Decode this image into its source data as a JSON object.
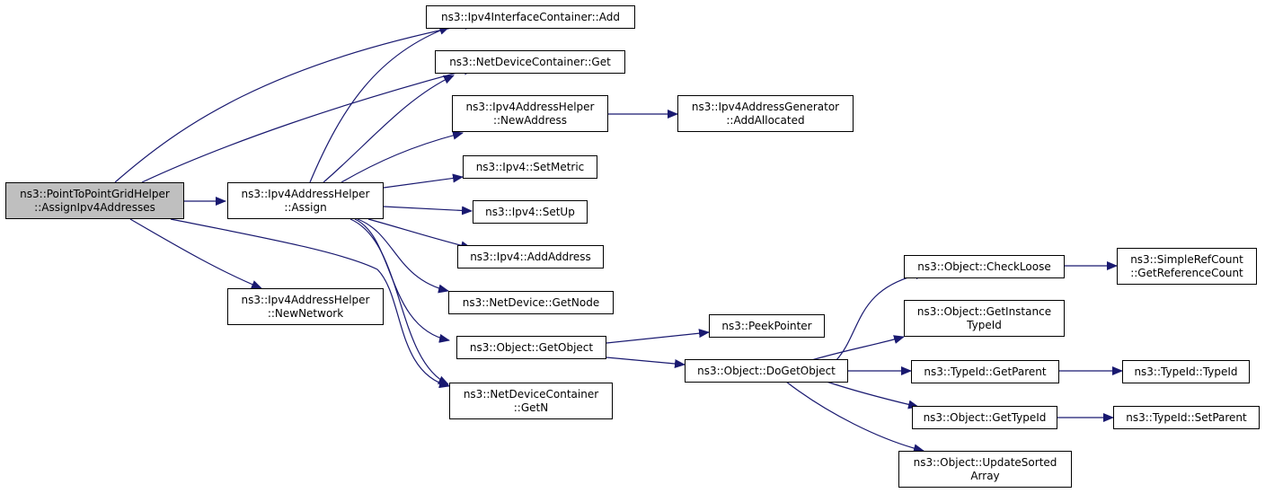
{
  "colors": {
    "edge": "#191970",
    "border": "#000000",
    "root_fill": "#bfbfbf",
    "node_fill": "#ffffff"
  },
  "nodes": {
    "root": {
      "line1": "ns3::PointToPointGridHelper",
      "line2": "::AssignIpv4Addresses"
    },
    "assign": {
      "line1": "ns3::Ipv4AddressHelper",
      "line2": "::Assign"
    },
    "newnetwork": {
      "line1": "ns3::Ipv4AddressHelper",
      "line2": "::NewNetwork"
    },
    "ifc_add": {
      "line1": "ns3::Ipv4InterfaceContainer::Add"
    },
    "ndc_get": {
      "line1": "ns3::NetDeviceContainer::Get"
    },
    "newaddress": {
      "line1": "ns3::Ipv4AddressHelper",
      "line2": "::NewAddress"
    },
    "addallocated": {
      "line1": "ns3::Ipv4AddressGenerator",
      "line2": "::AddAllocated"
    },
    "setmetric": {
      "line1": "ns3::Ipv4::SetMetric"
    },
    "setup": {
      "line1": "ns3::Ipv4::SetUp"
    },
    "addaddress": {
      "line1": "ns3::Ipv4::AddAddress"
    },
    "getnode": {
      "line1": "ns3::NetDevice::GetNode"
    },
    "getobject": {
      "line1": "ns3::Object::GetObject"
    },
    "ndc_getn": {
      "line1": "ns3::NetDeviceContainer",
      "line2": "::GetN"
    },
    "peekpointer": {
      "line1": "ns3::PeekPointer"
    },
    "dogetobject": {
      "line1": "ns3::Object::DoGetObject"
    },
    "checkloose": {
      "line1": "ns3::Object::CheckLoose"
    },
    "getinstancetypeid": {
      "line1": "ns3::Object::GetInstance",
      "line2": "TypeId"
    },
    "getparent": {
      "line1": "ns3::TypeId::GetParent"
    },
    "gettypeid": {
      "line1": "ns3::Object::GetTypeId"
    },
    "updatesorted": {
      "line1": "ns3::Object::UpdateSorted",
      "line2": "Array"
    },
    "getrefcount": {
      "line1": "ns3::SimpleRefCount",
      "line2": "::GetReferenceCount"
    },
    "typeid_typeid": {
      "line1": "ns3::TypeId::TypeId"
    },
    "setparent": {
      "line1": "ns3::TypeId::SetParent"
    }
  },
  "edges": [
    [
      "root",
      "ifc_add"
    ],
    [
      "root",
      "ndc_get"
    ],
    [
      "root",
      "assign"
    ],
    [
      "root",
      "newnetwork"
    ],
    [
      "root",
      "ndc_getn"
    ],
    [
      "assign",
      "ifc_add"
    ],
    [
      "assign",
      "ndc_get"
    ],
    [
      "assign",
      "newaddress"
    ],
    [
      "assign",
      "setmetric"
    ],
    [
      "assign",
      "setup"
    ],
    [
      "assign",
      "addaddress"
    ],
    [
      "assign",
      "getnode"
    ],
    [
      "assign",
      "getobject"
    ],
    [
      "assign",
      "ndc_getn"
    ],
    [
      "newaddress",
      "addallocated"
    ],
    [
      "getobject",
      "peekpointer"
    ],
    [
      "getobject",
      "dogetobject"
    ],
    [
      "dogetobject",
      "checkloose"
    ],
    [
      "dogetobject",
      "getinstancetypeid"
    ],
    [
      "dogetobject",
      "getparent"
    ],
    [
      "dogetobject",
      "gettypeid"
    ],
    [
      "dogetobject",
      "updatesorted"
    ],
    [
      "checkloose",
      "getrefcount"
    ],
    [
      "getparent",
      "typeid_typeid"
    ],
    [
      "gettypeid",
      "setparent"
    ]
  ]
}
